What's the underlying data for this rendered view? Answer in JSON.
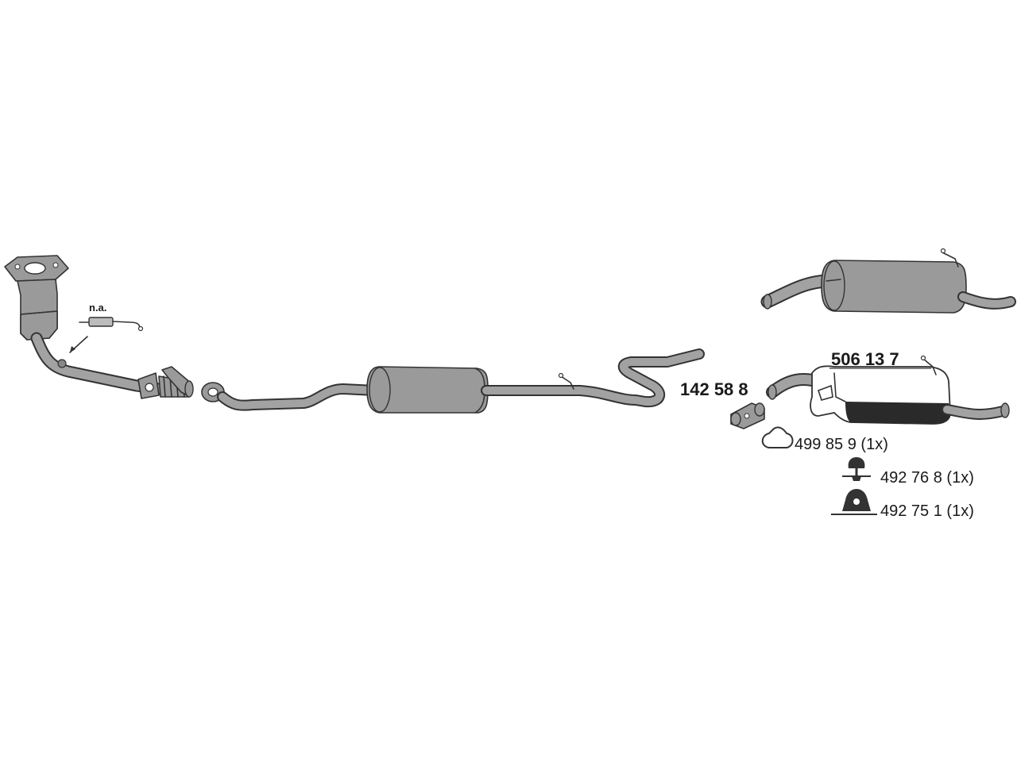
{
  "diagram": {
    "labels": {
      "na": "n.a.",
      "part_142": "142 58 8",
      "part_506": "506 13 7",
      "part_499": "499 85 9 (1x)",
      "part_492_768": "492 76 8 (1x)",
      "part_492_751": "492 75 1 (1x)"
    },
    "colors": {
      "part_fill": "#9a9a9a",
      "outline": "#333333",
      "dark_band": "#2a2a2a",
      "background": "#ffffff"
    }
  }
}
